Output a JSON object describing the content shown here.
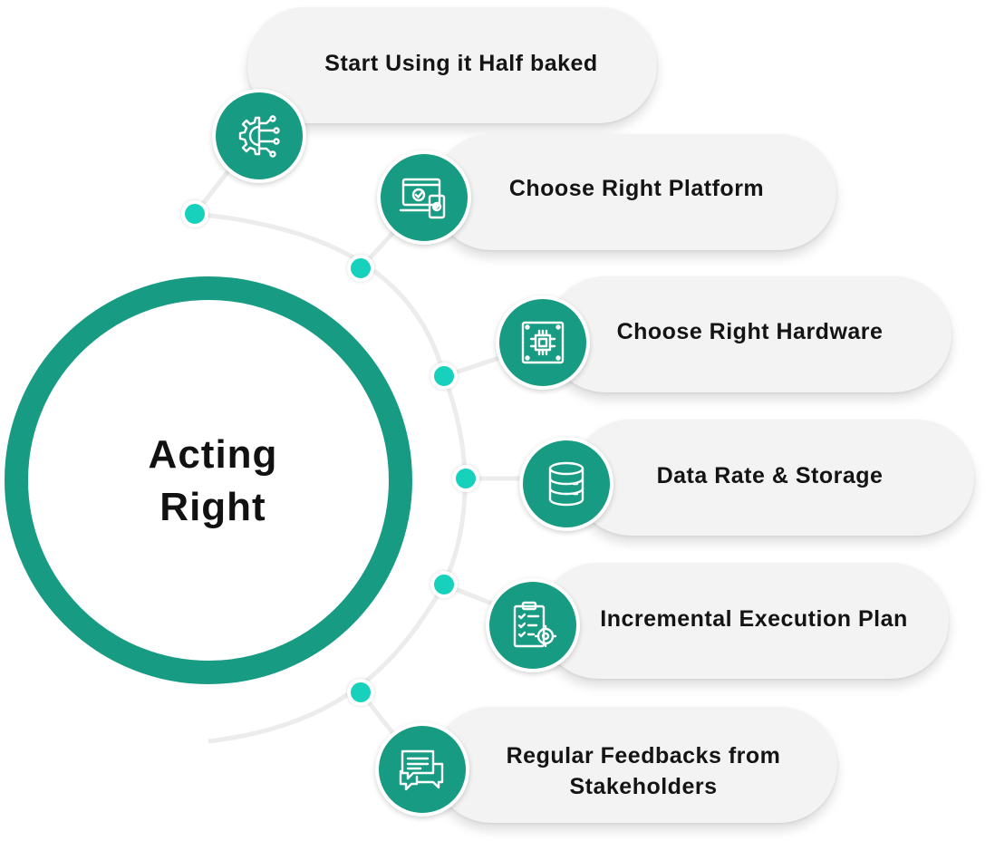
{
  "hub": {
    "title_line1": "Acting",
    "title_line2": "Right"
  },
  "steps": [
    {
      "label": "Start Using it Half baked",
      "icon": "gear-circuit-icon"
    },
    {
      "label": "Choose Right Platform",
      "icon": "devices-check-icon"
    },
    {
      "label": "Choose Right Hardware",
      "icon": "circuit-board-icon"
    },
    {
      "label": "Data Rate & Storage",
      "icon": "database-icon"
    },
    {
      "label": "Incremental Execution Plan",
      "icon": "checklist-gear-icon"
    },
    {
      "label_line1": "Regular Feedbacks from",
      "label_line2": "Stakeholders",
      "icon": "chat-bubbles-icon"
    }
  ],
  "colors": {
    "primary": "#189b83",
    "dot": "#17d1bd",
    "pill": "#f3f3f3",
    "text": "#141414"
  }
}
